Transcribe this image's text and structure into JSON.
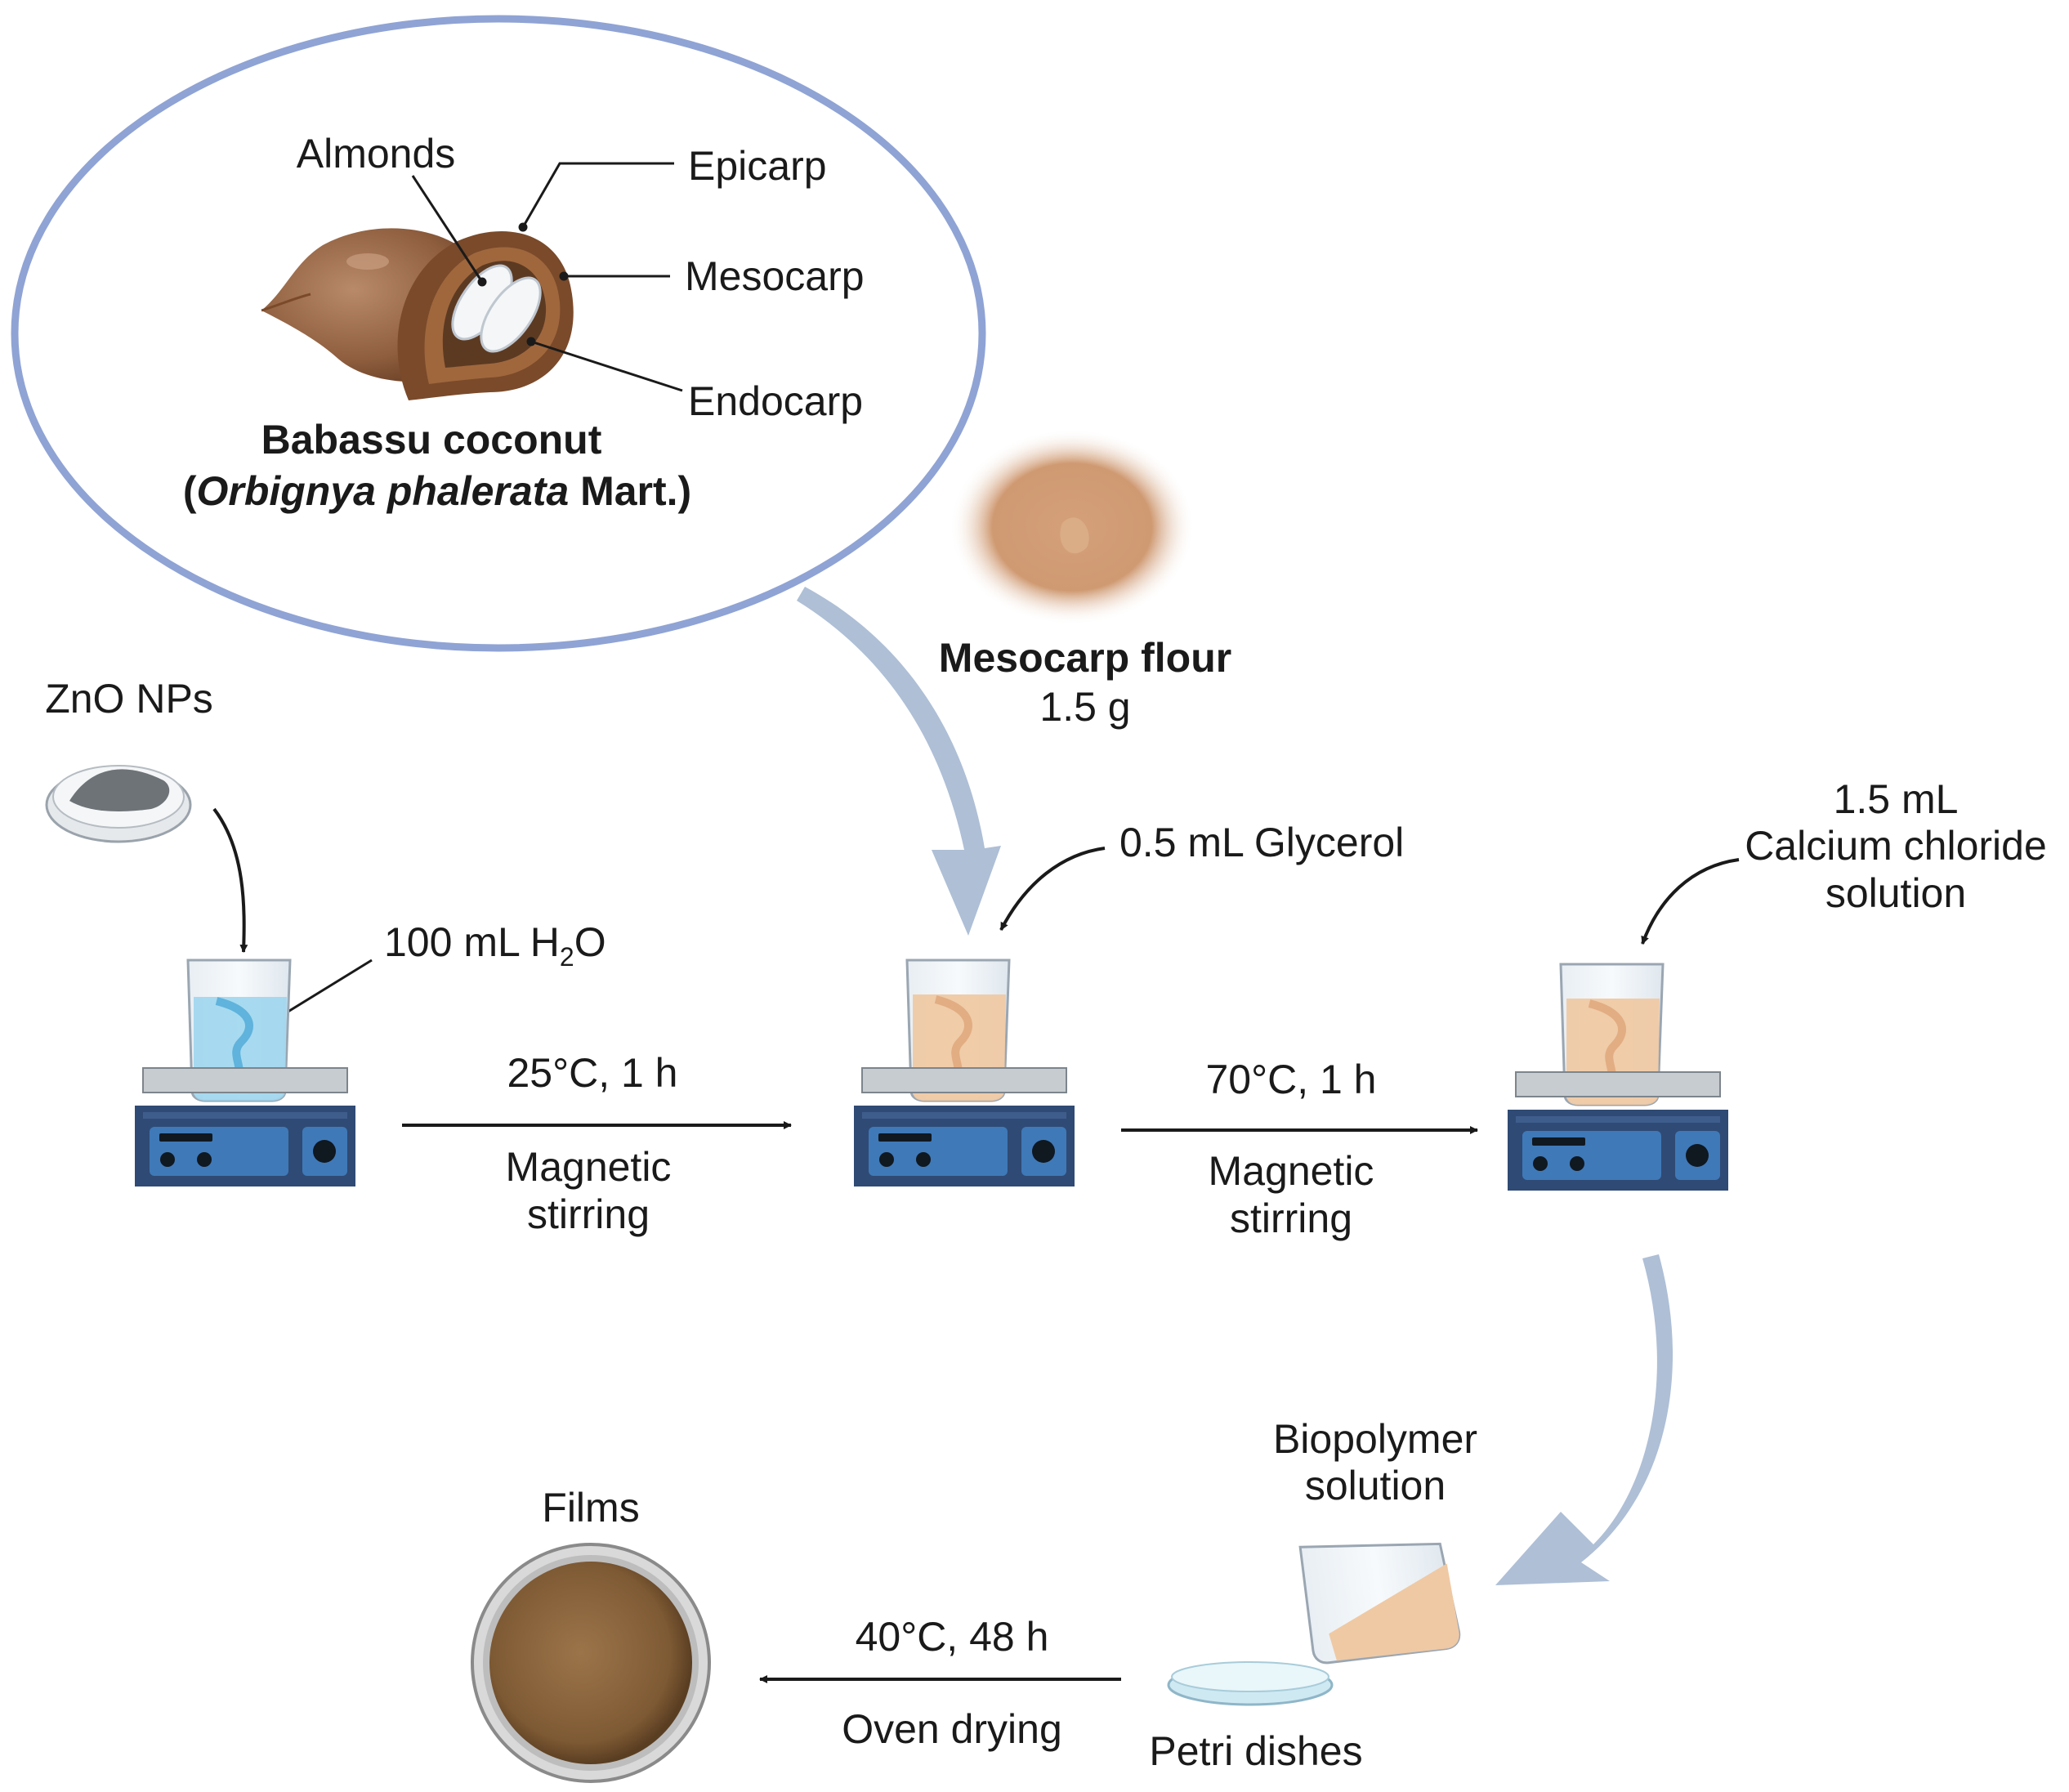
{
  "source": {
    "title": "Babassu coconut",
    "species_open": "(",
    "species_italic": "Orbignya phalerata",
    "species_rest": " Mart.)",
    "parts": {
      "almonds": "Almonds",
      "epicarp": "Epicarp",
      "mesocarp": "Mesocarp",
      "endocarp": "Endocarp"
    }
  },
  "mesocarp_flour": {
    "name": "Mesocarp flour",
    "amount": "1.5 g"
  },
  "zno": {
    "name": "ZnO NPs"
  },
  "water": {
    "prefix": "100 mL H",
    "sub": "2",
    "suffix": "O"
  },
  "glycerol": {
    "label": "0.5 mL Glycerol"
  },
  "calcium": {
    "line1": "1.5 mL",
    "line2": "Calcium chloride",
    "line3": "solution"
  },
  "step1": {
    "condition": "25°C, 1 h",
    "method_line1": "Magnetic",
    "method_line2": "stirring"
  },
  "step2": {
    "condition": "70°C, 1 h",
    "method_line1": "Magnetic",
    "method_line2": "stirring"
  },
  "biopolymer": {
    "line1": "Biopolymer",
    "line2": "solution"
  },
  "petri": {
    "label": "Petri dishes"
  },
  "step3": {
    "condition": "40°C, 48 h",
    "method": "Oven drying"
  },
  "films": {
    "label": "Films"
  },
  "colors": {
    "ellipse_border": "#8fa3d4",
    "flow_arrow": "#aebfd6",
    "stirrer_body": "#2f4a74",
    "stirrer_panel": "#3f79b8",
    "water": "#9fd6ee",
    "mixture": "#efc9a4",
    "shell": "#7a4a2a",
    "film": "#8a6438"
  }
}
